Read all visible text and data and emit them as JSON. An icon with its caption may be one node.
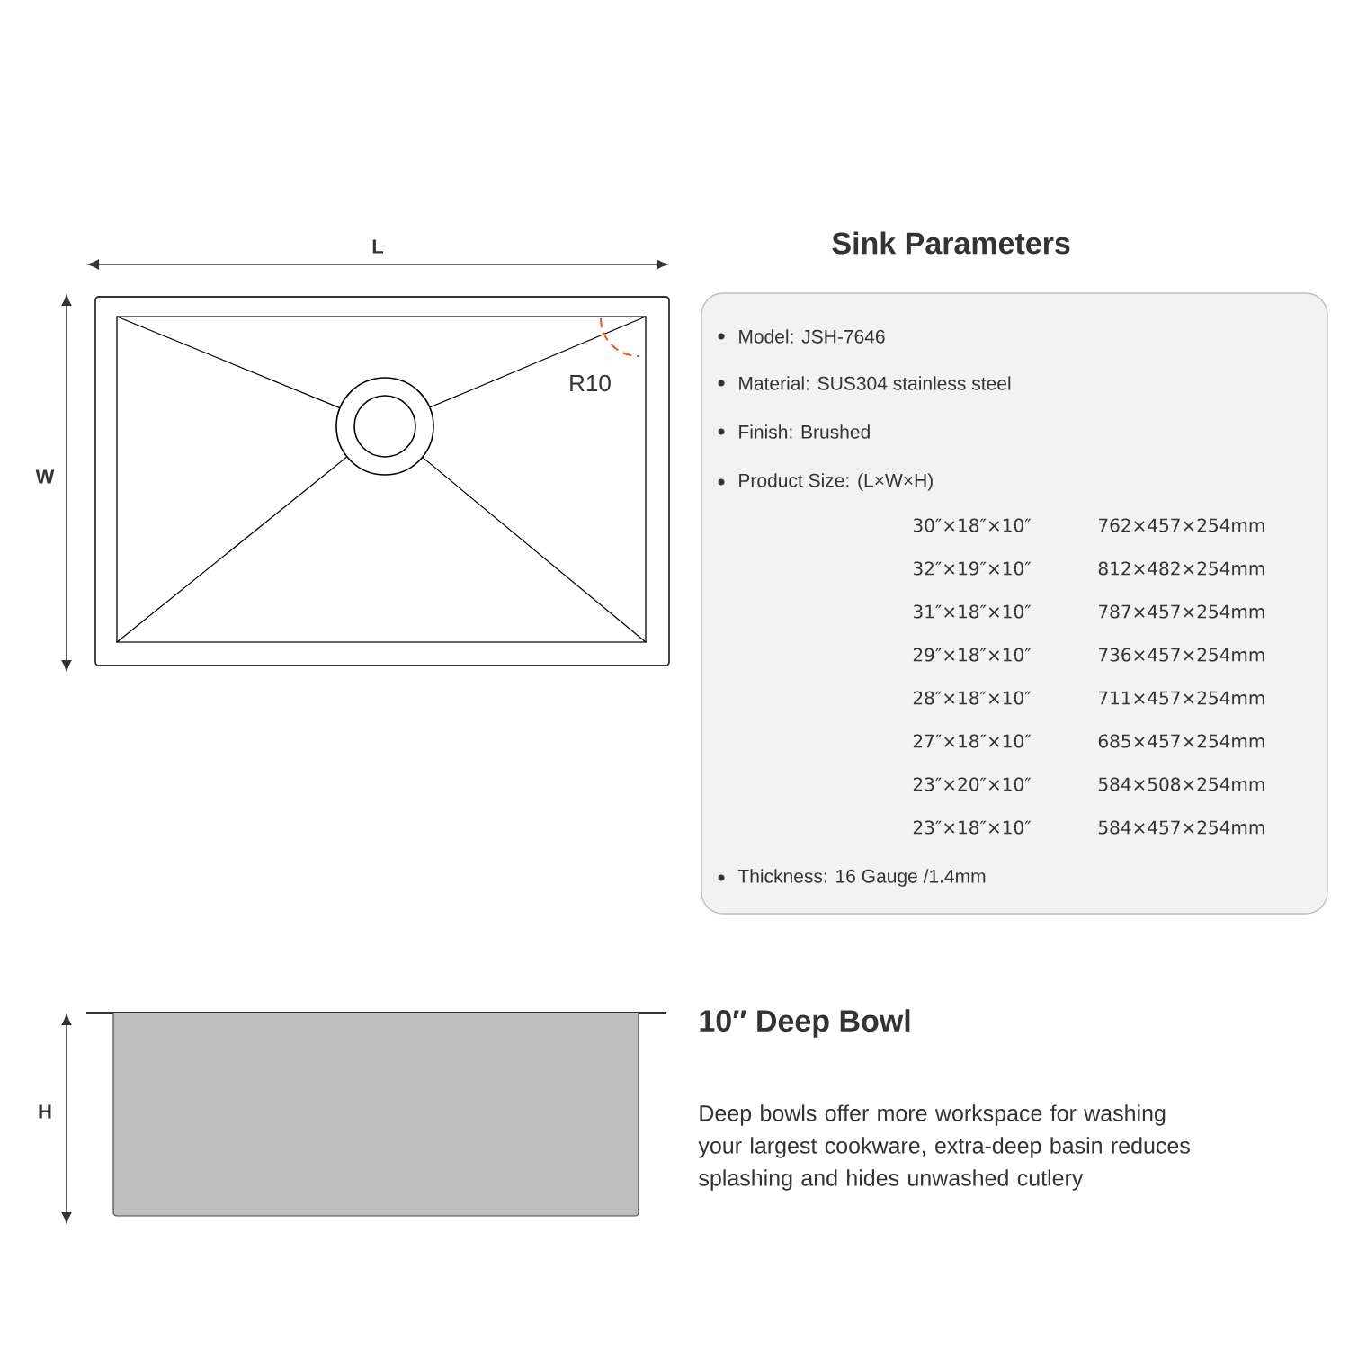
{
  "diagram": {
    "title": "Sink Parameters",
    "nodes": [
      {
        "text": [
          "Model: JSH-7646",
          "Material: SUS304 stainless steel",
          "Finish: Brushed",
          "Product Size: (L×W×H)",
          "30″×18″×10″",
          "762×457×254mm",
          "32″×19″×10″",
          "812×482×254mm",
          "31″×18″×10″",
          "787×457×254mm",
          "29″×18″×10″",
          "736×457×254mm",
          "28″×18″×10″",
          "711×457×254mm",
          "27″×18″×10″",
          "685×457×254mm",
          "23″×20″×10″",
          "584×508×254mm",
          "23″×18″×10″",
          "584×457×254mm",
          "Thickness: 16 Gauge /1.4mm"
        ]
      }
    ],
    "edges": [],
    "labels": [
      "L",
      "W",
      "R10",
      "H",
      "10″ Deep Bowl",
      "Deep bowls offer more workspace for washing your largest cookware, extra-deep basin reduces splashing and hides unwashed cutlery"
    ]
  }
}
